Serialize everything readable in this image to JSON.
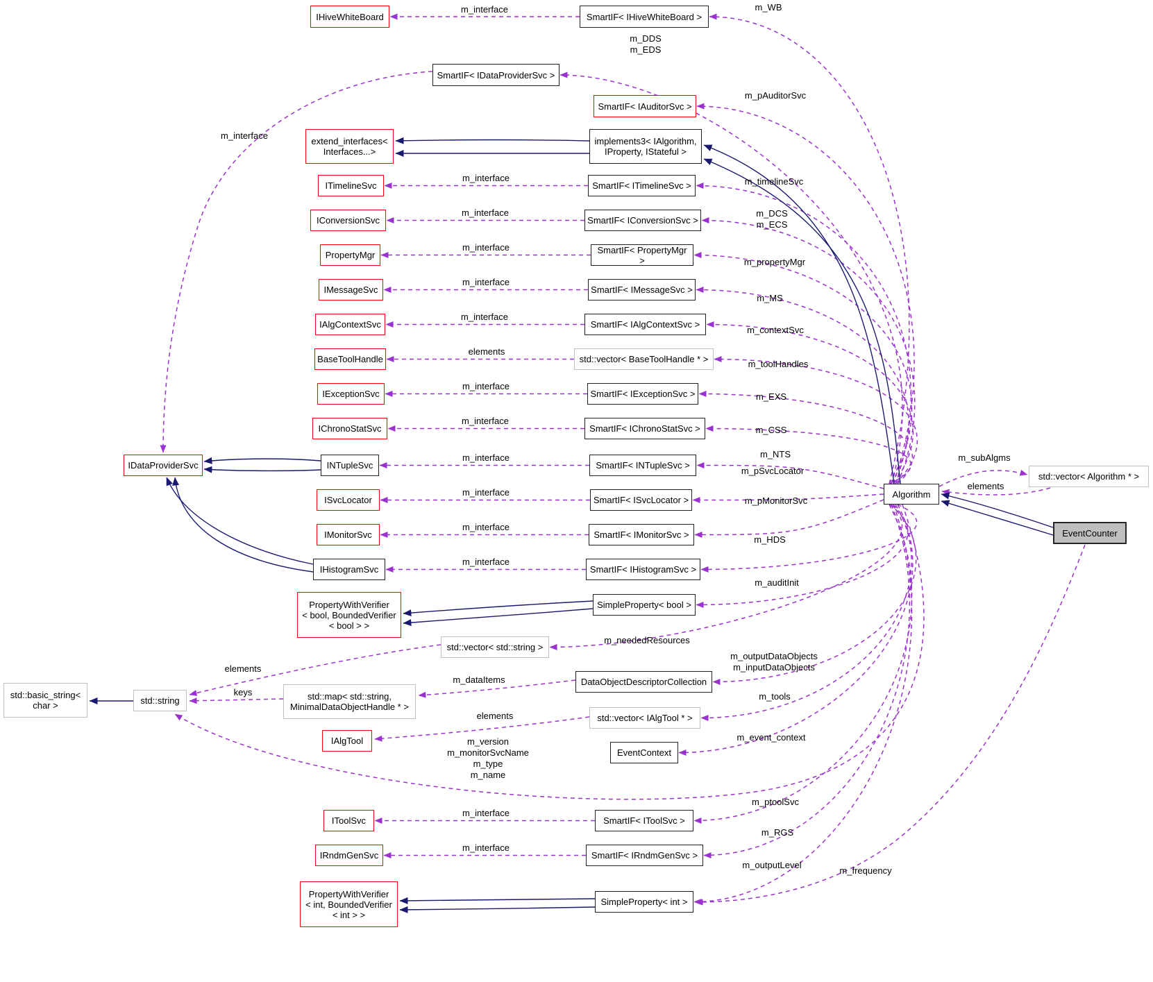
{
  "diagram": {
    "type": "class-collaboration-graph",
    "colors": {
      "member_edge": "#9a32cd",
      "inheritance_edge": "#191970",
      "border_red": "#ff0000",
      "border_black": "#1f1f1f",
      "border_gray": "#bfbfbf",
      "focus_fill": "#bfbfbf",
      "background": "#ffffff"
    },
    "nodes": [
      {
        "id": "ihivewhiteboard",
        "label": "IHiveWhiteBoard",
        "style": "red"
      },
      {
        "id": "smartif_ihivewhiteboard",
        "label": "SmartIF< IHiveWhiteBoard >",
        "style": "black"
      },
      {
        "id": "smartif_idataprovidersvc",
        "label": "SmartIF< IDataProviderSvc >",
        "style": "black"
      },
      {
        "id": "smartif_iauditorsvc",
        "label": "SmartIF< IAuditorSvc >",
        "style": "red"
      },
      {
        "id": "extend_interfaces",
        "label": "extend_interfaces<\nInterfaces...>",
        "style": "red"
      },
      {
        "id": "implements3",
        "label": "implements3< IAlgorithm,\nIProperty, IStateful >",
        "style": "black"
      },
      {
        "id": "itimelinesvc",
        "label": "ITimelineSvc",
        "style": "red"
      },
      {
        "id": "smartif_itimelinesvc",
        "label": "SmartIF< ITimelineSvc >",
        "style": "black"
      },
      {
        "id": "iconversionsvc",
        "label": "IConversionSvc",
        "style": "red"
      },
      {
        "id": "smartif_iconversionsvc",
        "label": "SmartIF< IConversionSvc >",
        "style": "black"
      },
      {
        "id": "propertymgr",
        "label": "PropertyMgr",
        "style": "red"
      },
      {
        "id": "smartif_propertymgr",
        "label": "SmartIF< PropertyMgr >",
        "style": "black"
      },
      {
        "id": "imessagesvc",
        "label": "IMessageSvc",
        "style": "red"
      },
      {
        "id": "smartif_imessagesvc",
        "label": "SmartIF< IMessageSvc >",
        "style": "black"
      },
      {
        "id": "ialgcontextsvc",
        "label": "IAlgContextSvc",
        "style": "red"
      },
      {
        "id": "smartif_ialgcontextsvc",
        "label": "SmartIF< IAlgContextSvc >",
        "style": "black"
      },
      {
        "id": "basetoolhandle",
        "label": "BaseToolHandle",
        "style": "red"
      },
      {
        "id": "vector_basetoolhandle",
        "label": "std::vector< BaseToolHandle * >",
        "style": "gray"
      },
      {
        "id": "iexceptionsvc",
        "label": "IExceptionSvc",
        "style": "red"
      },
      {
        "id": "smartif_iexceptionsvc",
        "label": "SmartIF< IExceptionSvc >",
        "style": "black"
      },
      {
        "id": "ichronostatsvc",
        "label": "IChronoStatSvc",
        "style": "red"
      },
      {
        "id": "smartif_ichronostatsvc",
        "label": "SmartIF< IChronoStatSvc >",
        "style": "black"
      },
      {
        "id": "idataprovidersvc",
        "label": "IDataProviderSvc",
        "style": "red"
      },
      {
        "id": "intuplesvc",
        "label": "INTupleSvc",
        "style": "black"
      },
      {
        "id": "smartif_intuplesvc",
        "label": "SmartIF< INTupleSvc >",
        "style": "black"
      },
      {
        "id": "isvclocator",
        "label": "ISvcLocator",
        "style": "red"
      },
      {
        "id": "smartif_isvclocator",
        "label": "SmartIF< ISvcLocator >",
        "style": "black"
      },
      {
        "id": "imonitorsvc",
        "label": "IMonitorSvc",
        "style": "red"
      },
      {
        "id": "smartif_imonitorsvc",
        "label": "SmartIF< IMonitorSvc >",
        "style": "black"
      },
      {
        "id": "ihistogramsvc",
        "label": "IHistogramSvc",
        "style": "black"
      },
      {
        "id": "smartif_ihistogramsvc",
        "label": "SmartIF< IHistogramSvc >",
        "style": "black"
      },
      {
        "id": "pwv_bool",
        "label": "PropertyWithVerifier\n< bool, BoundedVerifier\n< bool > >",
        "style": "red"
      },
      {
        "id": "simpleproperty_bool",
        "label": "SimpleProperty< bool >",
        "style": "black"
      },
      {
        "id": "vector_string",
        "label": "std::vector< std::string >",
        "style": "gray"
      },
      {
        "id": "dodc",
        "label": "DataObjectDescriptorCollection",
        "style": "black"
      },
      {
        "id": "basic_string",
        "label": "std::basic_string<\nchar >",
        "style": "gray"
      },
      {
        "id": "std_string",
        "label": "std::string",
        "style": "gray"
      },
      {
        "id": "map_string",
        "label": "std::map< std::string,\nMinimalDataObjectHandle * >",
        "style": "gray"
      },
      {
        "id": "vector_ialgtool",
        "label": "std::vector< IAlgTool * >",
        "style": "gray"
      },
      {
        "id": "ialgtool",
        "label": "IAlgTool",
        "style": "red"
      },
      {
        "id": "eventcontext",
        "label": "EventContext",
        "style": "black"
      },
      {
        "id": "itoolsvc",
        "label": "IToolSvc",
        "style": "red"
      },
      {
        "id": "smartif_itoolsvc",
        "label": "SmartIF< IToolSvc >",
        "style": "black"
      },
      {
        "id": "irndmgensvc",
        "label": "IRndmGenSvc",
        "style": "red"
      },
      {
        "id": "smartif_irndmgensvc",
        "label": "SmartIF< IRndmGenSvc >",
        "style": "black"
      },
      {
        "id": "pwv_int",
        "label": "PropertyWithVerifier\n< int, BoundedVerifier\n< int > >",
        "style": "red"
      },
      {
        "id": "simpleproperty_int",
        "label": "SimpleProperty< int >",
        "style": "black"
      },
      {
        "id": "algorithm",
        "label": "Algorithm",
        "style": "black"
      },
      {
        "id": "vector_algorithm",
        "label": "std::vector< Algorithm * >",
        "style": "gray"
      },
      {
        "id": "eventcounter",
        "label": "EventCounter",
        "style": "focus"
      }
    ],
    "edges": [
      {
        "from": "smartif_ihivewhiteboard",
        "to": "ihivewhiteboard",
        "style": "dashed",
        "label": "m_interface"
      },
      {
        "from": "smartif_itimelinesvc",
        "to": "itimelinesvc",
        "style": "dashed",
        "label": "m_interface"
      },
      {
        "from": "smartif_iconversionsvc",
        "to": "iconversionsvc",
        "style": "dashed",
        "label": "m_interface"
      },
      {
        "from": "smartif_propertymgr",
        "to": "propertymgr",
        "style": "dashed",
        "label": "m_interface"
      },
      {
        "from": "smartif_imessagesvc",
        "to": "imessagesvc",
        "style": "dashed",
        "label": "m_interface"
      },
      {
        "from": "smartif_ialgcontextsvc",
        "to": "ialgcontextsvc",
        "style": "dashed",
        "label": "m_interface"
      },
      {
        "from": "vector_basetoolhandle",
        "to": "basetoolhandle",
        "style": "dashed",
        "label": "elements"
      },
      {
        "from": "smartif_iexceptionsvc",
        "to": "iexceptionsvc",
        "style": "dashed",
        "label": "m_interface"
      },
      {
        "from": "smartif_ichronostatsvc",
        "to": "ichronostatsvc",
        "style": "dashed",
        "label": "m_interface"
      },
      {
        "from": "smartif_intuplesvc",
        "to": "intuplesvc",
        "style": "dashed",
        "label": "m_interface"
      },
      {
        "from": "smartif_isvclocator",
        "to": "isvclocator",
        "style": "dashed",
        "label": "m_interface"
      },
      {
        "from": "smartif_imonitorsvc",
        "to": "imonitorsvc",
        "style": "dashed",
        "label": "m_interface"
      },
      {
        "from": "smartif_ihistogramsvc",
        "to": "ihistogramsvc",
        "style": "dashed",
        "label": "m_interface"
      },
      {
        "from": "smartif_itoolsvc",
        "to": "itoolsvc",
        "style": "dashed",
        "label": "m_interface"
      },
      {
        "from": "smartif_irndmgensvc",
        "to": "irndmgensvc",
        "style": "dashed",
        "label": "m_interface"
      },
      {
        "from": "smartif_idataprovidersvc",
        "to": "idataprovidersvc",
        "style": "dashed",
        "label": "m_interface"
      },
      {
        "from": "dodc",
        "to": "map_string",
        "style": "dashed",
        "label": "m_dataItems"
      },
      {
        "from": "vector_string",
        "to": "std_string",
        "style": "dashed",
        "label": "elements"
      },
      {
        "from": "map_string",
        "to": "std_string",
        "style": "dashed",
        "label": "keys"
      },
      {
        "from": "vector_ialgtool",
        "to": "ialgtool",
        "style": "dashed",
        "label": "elements"
      },
      {
        "from": "algorithm",
        "to": "smartif_ihivewhiteboard",
        "style": "dashed",
        "label": "m_WB"
      },
      {
        "from": "algorithm",
        "to": "smartif_idataprovidersvc",
        "style": "dashed",
        "label": "m_DDS\nm_EDS"
      },
      {
        "from": "algorithm",
        "to": "smartif_iauditorsvc",
        "style": "dashed",
        "label": "m_pAuditorSvc"
      },
      {
        "from": "algorithm",
        "to": "smartif_itimelinesvc",
        "style": "dashed",
        "label": "m_timelineSvc"
      },
      {
        "from": "algorithm",
        "to": "smartif_iconversionsvc",
        "style": "dashed",
        "label": "m_DCS\nm_ECS"
      },
      {
        "from": "algorithm",
        "to": "smartif_propertymgr",
        "style": "dashed",
        "label": "m_propertyMgr"
      },
      {
        "from": "algorithm",
        "to": "smartif_imessagesvc",
        "style": "dashed",
        "label": "m_MS"
      },
      {
        "from": "algorithm",
        "to": "smartif_ialgcontextsvc",
        "style": "dashed",
        "label": "m_contextSvc"
      },
      {
        "from": "algorithm",
        "to": "vector_basetoolhandle",
        "style": "dashed",
        "label": "m_toolHandles"
      },
      {
        "from": "algorithm",
        "to": "smartif_iexceptionsvc",
        "style": "dashed",
        "label": "m_EXS"
      },
      {
        "from": "algorithm",
        "to": "smartif_ichronostatsvc",
        "style": "dashed",
        "label": "m_CSS"
      },
      {
        "from": "algorithm",
        "to": "smartif_intuplesvc",
        "style": "dashed",
        "label": "m_NTS"
      },
      {
        "from": "algorithm",
        "to": "smartif_isvclocator",
        "style": "dashed",
        "label": "m_pSvcLocator"
      },
      {
        "from": "algorithm",
        "to": "smartif_imonitorsvc",
        "style": "dashed",
        "label": "m_pMonitorSvc"
      },
      {
        "from": "algorithm",
        "to": "smartif_ihistogramsvc",
        "style": "dashed",
        "label": "m_HDS"
      },
      {
        "from": "algorithm",
        "to": "simpleproperty_bool",
        "style": "dashed",
        "label": "m_auditInit"
      },
      {
        "from": "algorithm",
        "to": "vector_string",
        "style": "dashed",
        "label": "m_neededResources"
      },
      {
        "from": "algorithm",
        "to": "dodc",
        "style": "dashed",
        "label": "m_outputDataObjects\nm_inputDataObjects"
      },
      {
        "from": "algorithm",
        "to": "vector_ialgtool",
        "style": "dashed",
        "label": "m_tools"
      },
      {
        "from": "algorithm",
        "to": "eventcontext",
        "style": "dashed",
        "label": "m_event_context"
      },
      {
        "from": "algorithm",
        "to": "smartif_itoolsvc",
        "style": "dashed",
        "label": "m_ptoolSvc"
      },
      {
        "from": "algorithm",
        "to": "smartif_irndmgensvc",
        "style": "dashed",
        "label": "m_RGS"
      },
      {
        "from": "algorithm",
        "to": "simpleproperty_int",
        "style": "dashed",
        "label": "m_outputLevel"
      },
      {
        "from": "algorithm",
        "to": "std_string",
        "style": "dashed",
        "label": "m_version\nm_monitorSvcName\nm_type\nm_name"
      },
      {
        "from": "algorithm",
        "to": "vector_algorithm",
        "style": "dashed",
        "label": "m_subAlgms"
      },
      {
        "from": "vector_algorithm",
        "to": "algorithm",
        "style": "dashed",
        "label": "elements"
      },
      {
        "from": "eventcounter",
        "to": "simpleproperty_int",
        "style": "dashed",
        "label": "m_frequency"
      },
      {
        "from": "implements3",
        "to": "extend_interfaces",
        "style": "solid",
        "label": ""
      },
      {
        "from": "implements3",
        "to": "extend_interfaces",
        "style": "solid",
        "label": ""
      },
      {
        "from": "algorithm",
        "to": "implements3",
        "style": "solid",
        "label": ""
      },
      {
        "from": "algorithm",
        "to": "implements3",
        "style": "solid",
        "label": ""
      },
      {
        "from": "intuplesvc",
        "to": "idataprovidersvc",
        "style": "solid",
        "label": ""
      },
      {
        "from": "intuplesvc",
        "to": "idataprovidersvc",
        "style": "solid",
        "label": ""
      },
      {
        "from": "ihistogramsvc",
        "to": "idataprovidersvc",
        "style": "solid",
        "label": ""
      },
      {
        "from": "ihistogramsvc",
        "to": "idataprovidersvc",
        "style": "solid",
        "label": ""
      },
      {
        "from": "simpleproperty_bool",
        "to": "pwv_bool",
        "style": "solid",
        "label": ""
      },
      {
        "from": "simpleproperty_bool",
        "to": "pwv_bool",
        "style": "solid",
        "label": ""
      },
      {
        "from": "simpleproperty_int",
        "to": "pwv_int",
        "style": "solid",
        "label": ""
      },
      {
        "from": "simpleproperty_int",
        "to": "pwv_int",
        "style": "solid",
        "label": ""
      },
      {
        "from": "std_string",
        "to": "basic_string",
        "style": "solid",
        "label": ""
      },
      {
        "from": "eventcounter",
        "to": "algorithm",
        "style": "solid",
        "label": ""
      },
      {
        "from": "eventcounter",
        "to": "algorithm",
        "style": "solid",
        "label": ""
      }
    ]
  }
}
